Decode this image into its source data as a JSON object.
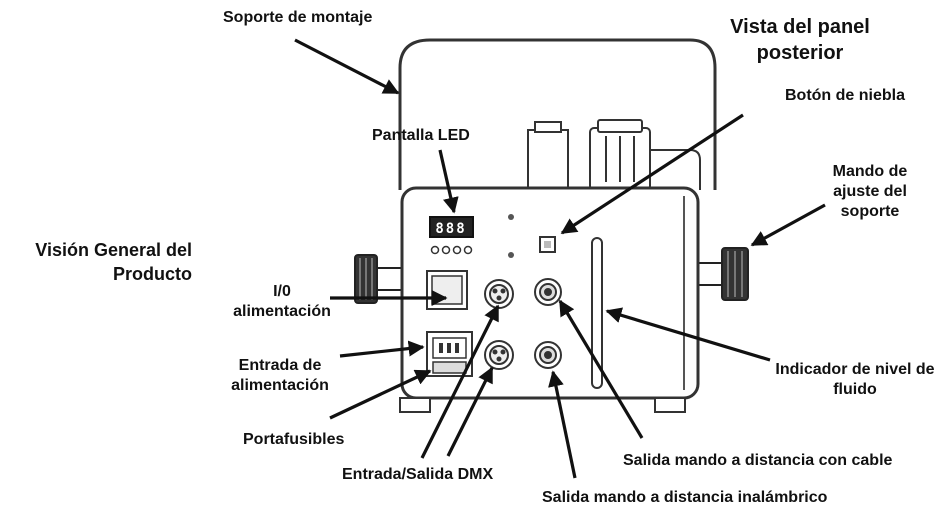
{
  "title": "Vista del panel posterior",
  "side_title": "Visión General del Producto",
  "labels": {
    "mounting_bracket": "Soporte de montaje",
    "fog_button": "Botón de niebla",
    "led_display": "Pantalla LED",
    "bracket_knob": "Mando de ajuste del soporte",
    "power_switch": "I/0 alimentación",
    "power_input": "Entrada de alimentación",
    "fuse_holder": "Portafusibles",
    "fluid_indicator": "Indicador de nivel de fluido",
    "wired_remote": "Salida mando a distancia con cable",
    "dmx_io": "Entrada/Salida DMX",
    "wireless_remote": "Salida mando a distancia inalámbrico"
  },
  "display": {
    "digits": "888"
  }
}
